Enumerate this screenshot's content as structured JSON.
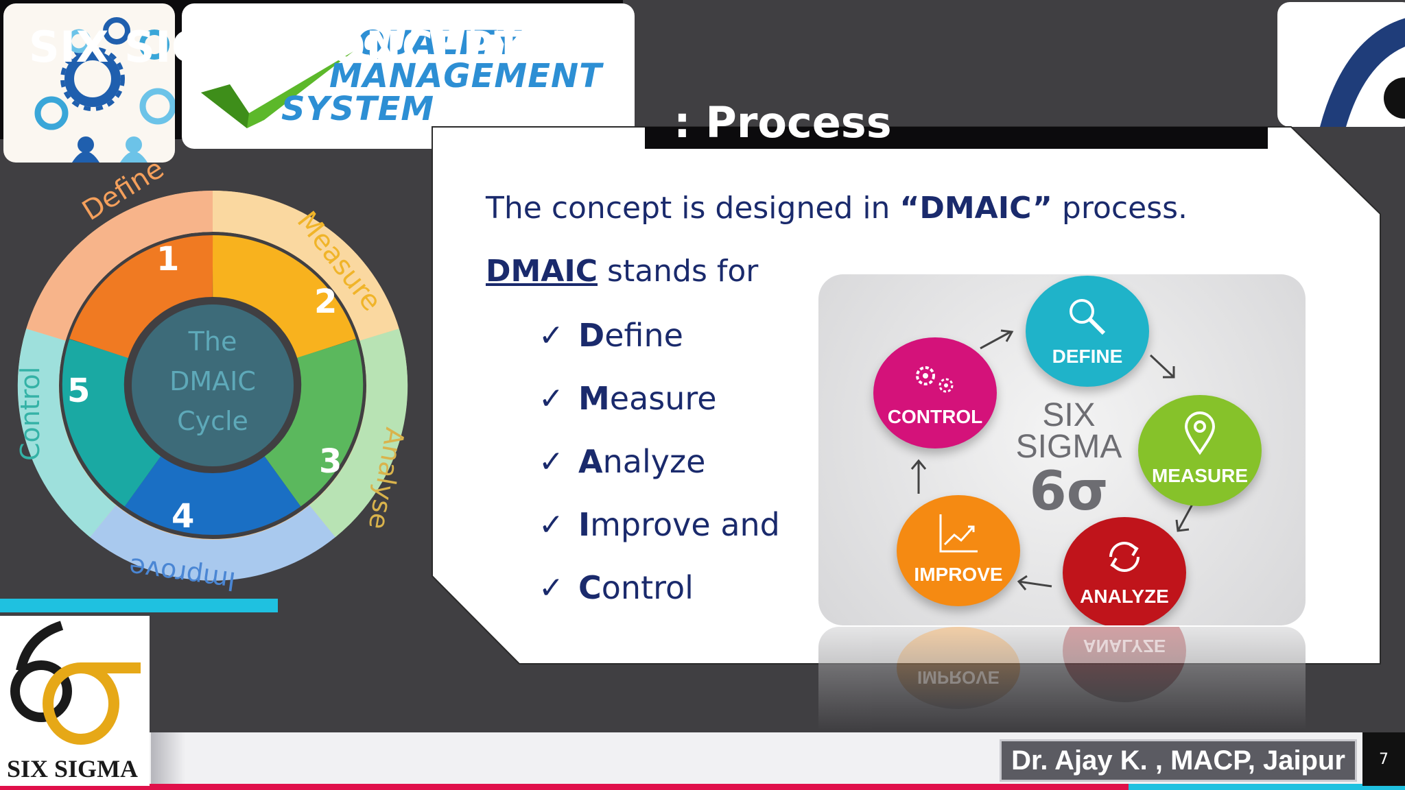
{
  "title": {
    "line1": "SIX SIGMA CONCEPTS",
    "line2": ": Process"
  },
  "banner": {
    "qms_line1": "QUALITY",
    "qms_line2": "MANAGEMENT",
    "qms_line3": "SYSTEM"
  },
  "dmaic_wheel": {
    "center_line1": "The",
    "center_line2": "DMAIC",
    "center_line3": "Cycle",
    "steps": [
      {
        "num": "1",
        "label": "Define"
      },
      {
        "num": "2",
        "label": "Measure"
      },
      {
        "num": "3",
        "label": "Analyse"
      },
      {
        "num": "4",
        "label": "Improve"
      },
      {
        "num": "5",
        "label": "Control"
      }
    ]
  },
  "body": {
    "intro_prefix": "The concept is designed in ",
    "intro_bold": "“DMAIC”",
    "intro_suffix": " process.",
    "stands_bold": "DMAIC",
    "stands_rest": " stands for",
    "items": [
      {
        "first": "D",
        "rest": "efine"
      },
      {
        "first": "M",
        "rest": "easure"
      },
      {
        "first": "A",
        "rest": "nalyze"
      },
      {
        "first": "I",
        "rest": "mprove and"
      },
      {
        "first": "C",
        "rest": "ontrol"
      }
    ],
    "checkmark": "✓"
  },
  "six_sigma_graphic": {
    "center_line1": "SIX",
    "center_line2": "SIGMA",
    "center_line3": "6σ",
    "circles": [
      {
        "label": "DEFINE",
        "color": "#1fb3c9",
        "icon": "magnifier-icon"
      },
      {
        "label": "MEASURE",
        "color": "#86c22a",
        "icon": "location-pin-icon"
      },
      {
        "label": "ANALYZE",
        "color": "#c0141b",
        "icon": "refresh-icon"
      },
      {
        "label": "IMPROVE",
        "color": "#f58a12",
        "icon": "growth-chart-icon"
      },
      {
        "label": "CONTROL",
        "color": "#d4127a",
        "icon": "gears-icon"
      }
    ],
    "reflection_labels": [
      "IMPROVE",
      "ANALYZE"
    ]
  },
  "logo": {
    "text": "SIX SIGMA"
  },
  "footer": {
    "author": "Dr. Ajay K. , MACP, Jaipur",
    "page_number": "7"
  },
  "colors": {
    "background": "#403f42",
    "title_bg": "#0c0b0d",
    "text_navy": "#1a2a6c",
    "accent_cyan": "#1fc1e0",
    "accent_red": "#e0104a"
  }
}
